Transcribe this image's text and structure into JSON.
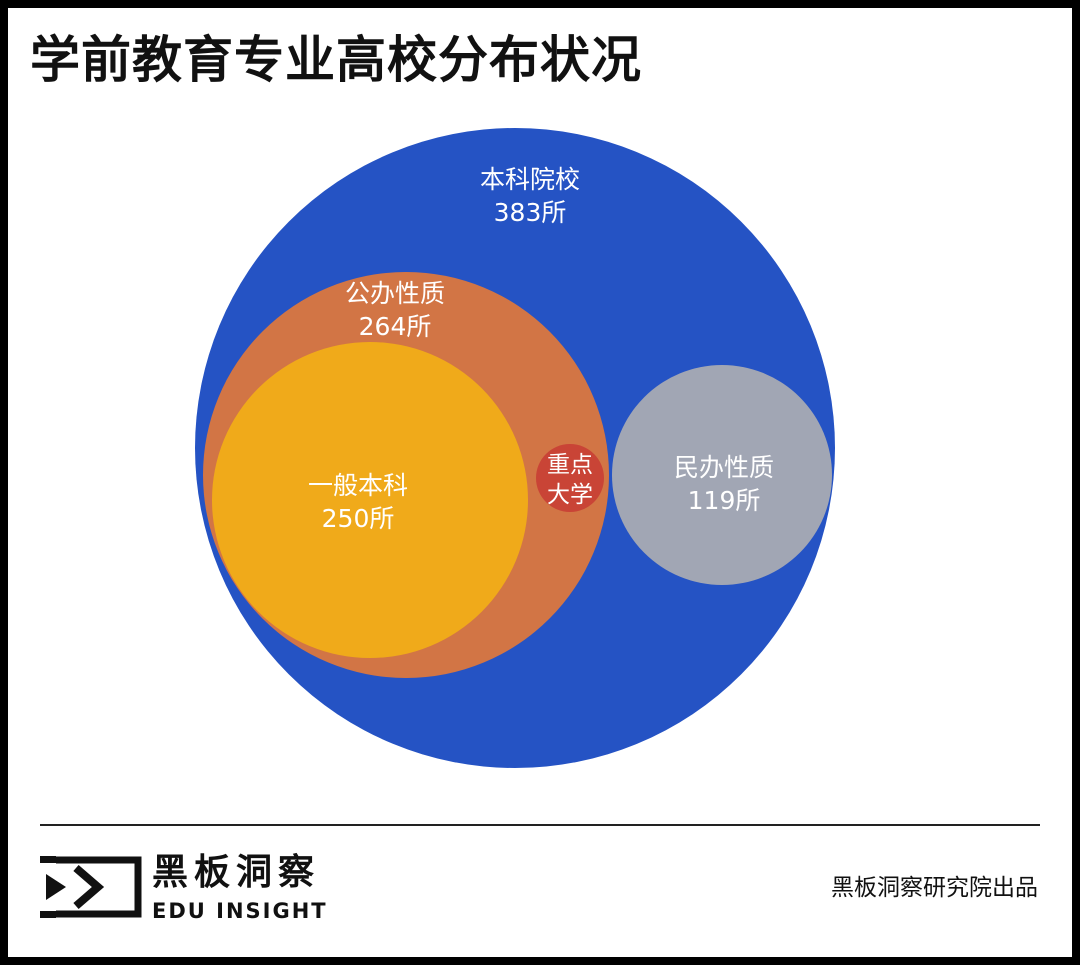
{
  "title": "学前教育专业高校分布状况",
  "colors": {
    "undergrad": "#2553C4",
    "public": "#D27545",
    "general": "#F0AA1A",
    "key_university": "#C94436",
    "private": "#A1A6B4",
    "frame": "#000000"
  },
  "circles": {
    "undergrad": {
      "name": "本科院校",
      "count": "383所"
    },
    "public": {
      "name": "公办性质",
      "count": "264所"
    },
    "general": {
      "name": "一般本科",
      "count": "250所"
    },
    "key_university": {
      "name_line1": "重点",
      "name_line2": "大学"
    },
    "private": {
      "name": "民办性质",
      "count": "119所"
    }
  },
  "footer": {
    "logo_cn": "黑板洞察",
    "logo_en": "EDU INSIGHT",
    "credit": "黑板洞察研究院出品"
  }
}
